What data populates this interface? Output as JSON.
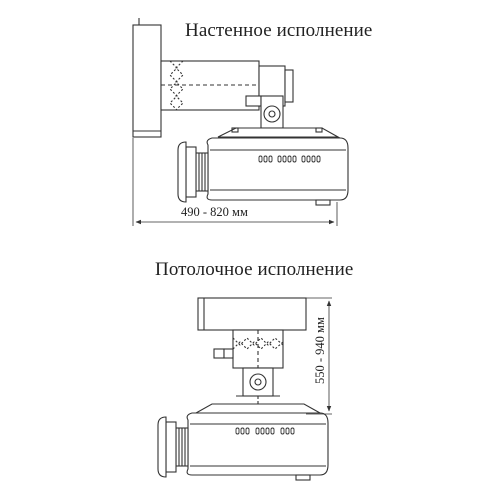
{
  "wall": {
    "title": "Настенное исполнение",
    "dimension": "490 - 820 мм"
  },
  "ceiling": {
    "title": "Потолочное исполнение",
    "dimension": "550 - 940 мм"
  }
}
